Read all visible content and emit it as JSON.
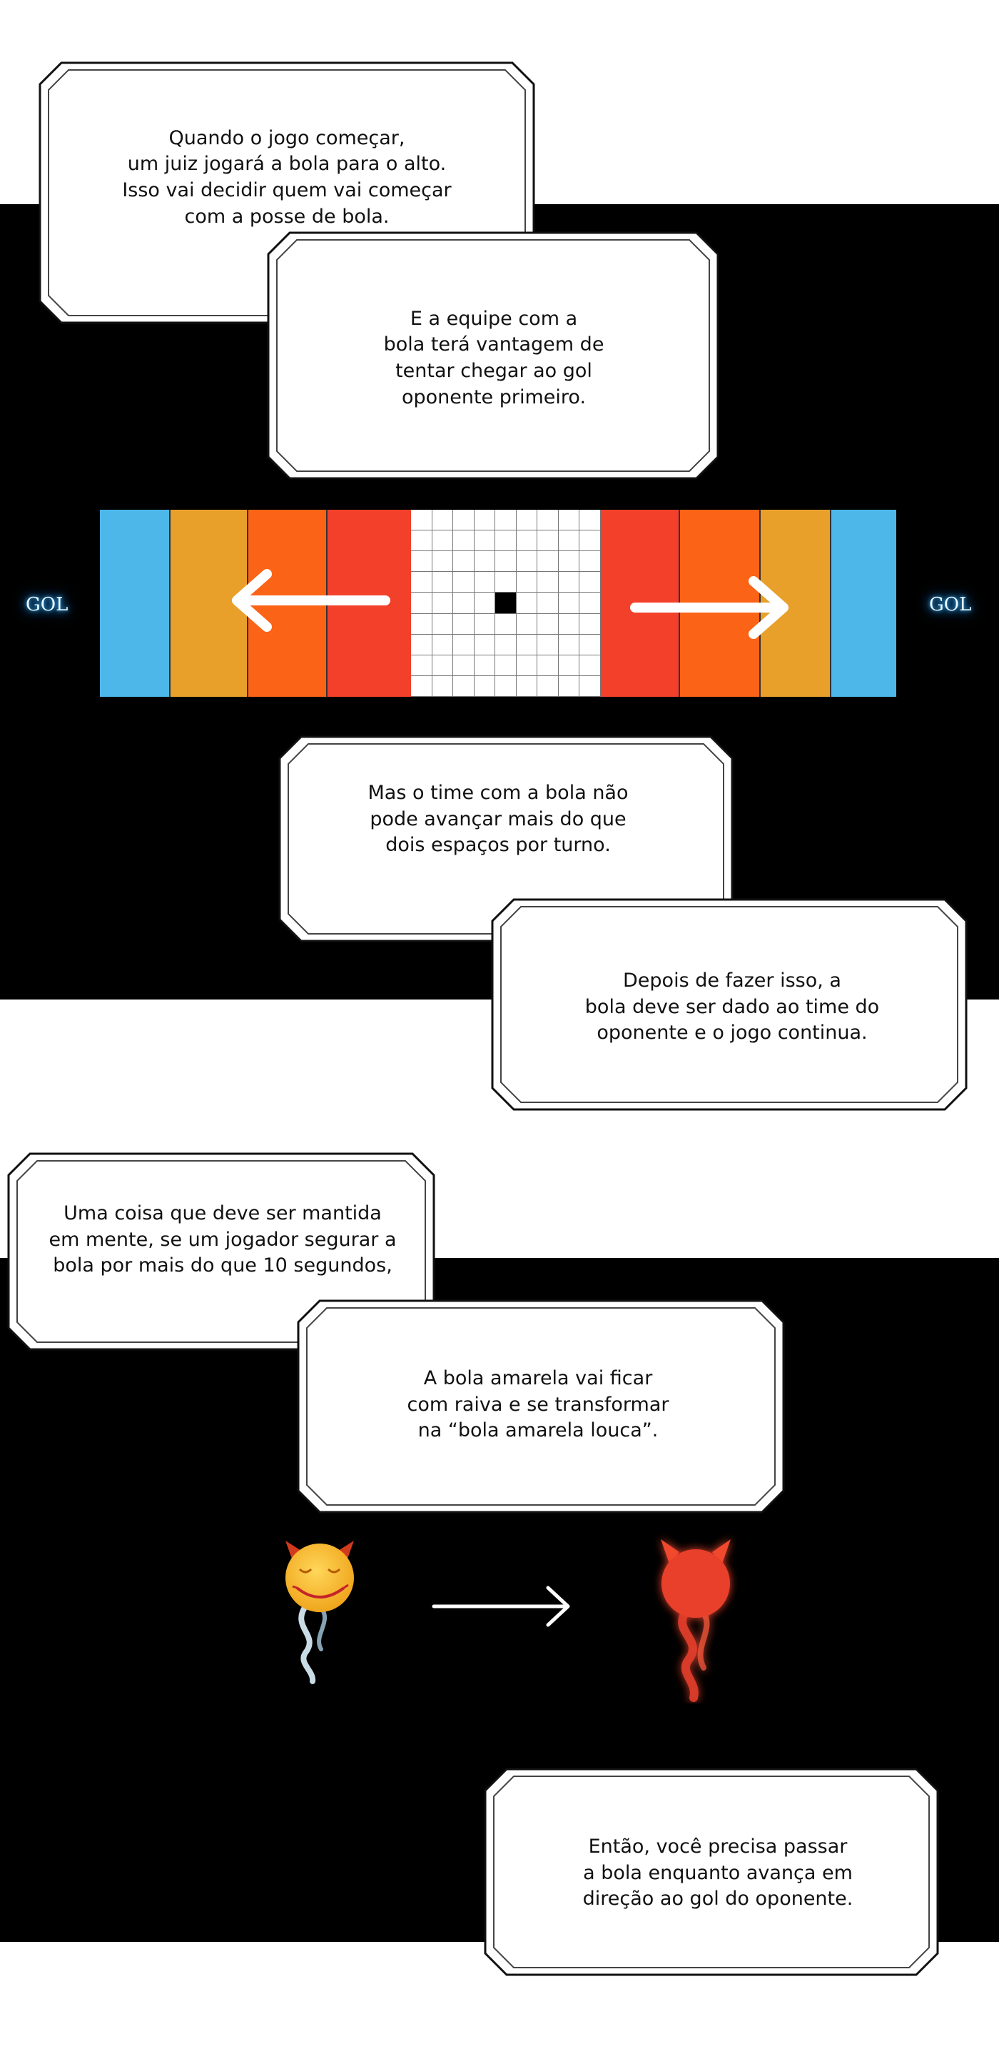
{
  "colors": {
    "background_dark": "#000000",
    "background_light": "#ffffff",
    "bubble_fill": "#ffffff",
    "bubble_border": "#222222",
    "goal_blue": "#4db7ea",
    "zone_orange_light": "#e8a02b",
    "zone_orange": "#fb6316",
    "zone_red": "#f2402b",
    "gol_glow": "#3db7ff",
    "ball_yellow": "#f7c232",
    "ball_red": "#e8402c"
  },
  "bubbles": [
    {
      "id": "quando",
      "text": "Quando o jogo começar,\num juiz jogará a bola para o alto.\nIsso vai decidir quem vai começar\ncom a posse de bola."
    },
    {
      "id": "equipe",
      "text": "E a equipe com a\nbola terá vantagem de\ntentar chegar ao gol\noponente primeiro."
    },
    {
      "id": "mas",
      "text": "Mas o time com a bola não\npode avançar mais do que\ndois espaços por turno."
    },
    {
      "id": "depois",
      "text": "Depois de fazer isso, a\nbola deve ser dado ao time do\noponente e o jogo continua."
    },
    {
      "id": "uma",
      "text": "Uma coisa que deve ser mantida\nem mente, se um jogador segurar a\nbola por mais do que 10 segundos,"
    },
    {
      "id": "amarela",
      "text": "A bola amarela vai ficar\ncom raiva e se transformar\nna “bola amarela louca”."
    },
    {
      "id": "entao",
      "text": "Então, você precisa passar\na bola enquanto avança em\ndireção ao gol do oponente."
    }
  ],
  "board": {
    "left_goal_label": "GOL",
    "right_goal_label": "GOL",
    "left_arrow_icon": "arrow-left-icon",
    "right_arrow_icon": "arrow-right-icon",
    "center_grid_icon": "field-grid-icon"
  },
  "transformation": {
    "from_icon": "yellow-devil-ball-icon",
    "arrow_icon": "arrow-right-icon",
    "to_icon": "red-crazy-ball-icon"
  }
}
